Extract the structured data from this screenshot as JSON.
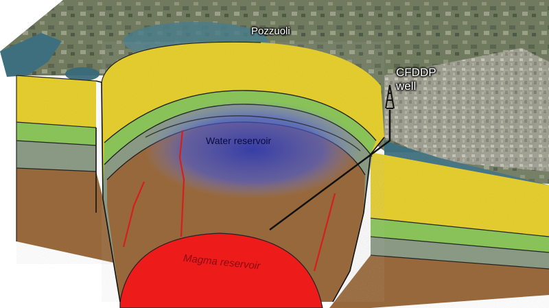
{
  "diagram": {
    "labels": {
      "town": "Pozzuoli",
      "well_line1": "CFDDP",
      "well_line2": "well",
      "water": "Water reservoir",
      "magma": "Magma reservoir"
    },
    "colors": {
      "terrain": "#6e7a5c",
      "sea": "#3d6f7e",
      "yellow_layer": "#e6cf2e",
      "green_layer": "#8bc65a",
      "grey_layer": "#8c9c86",
      "brown_layer": "#9a6a3c",
      "magma": "#ee1b1b",
      "water_glow": "#3a4cc8",
      "fault": "#d51e1e"
    },
    "icons": [
      "drilling-rig-icon"
    ]
  }
}
